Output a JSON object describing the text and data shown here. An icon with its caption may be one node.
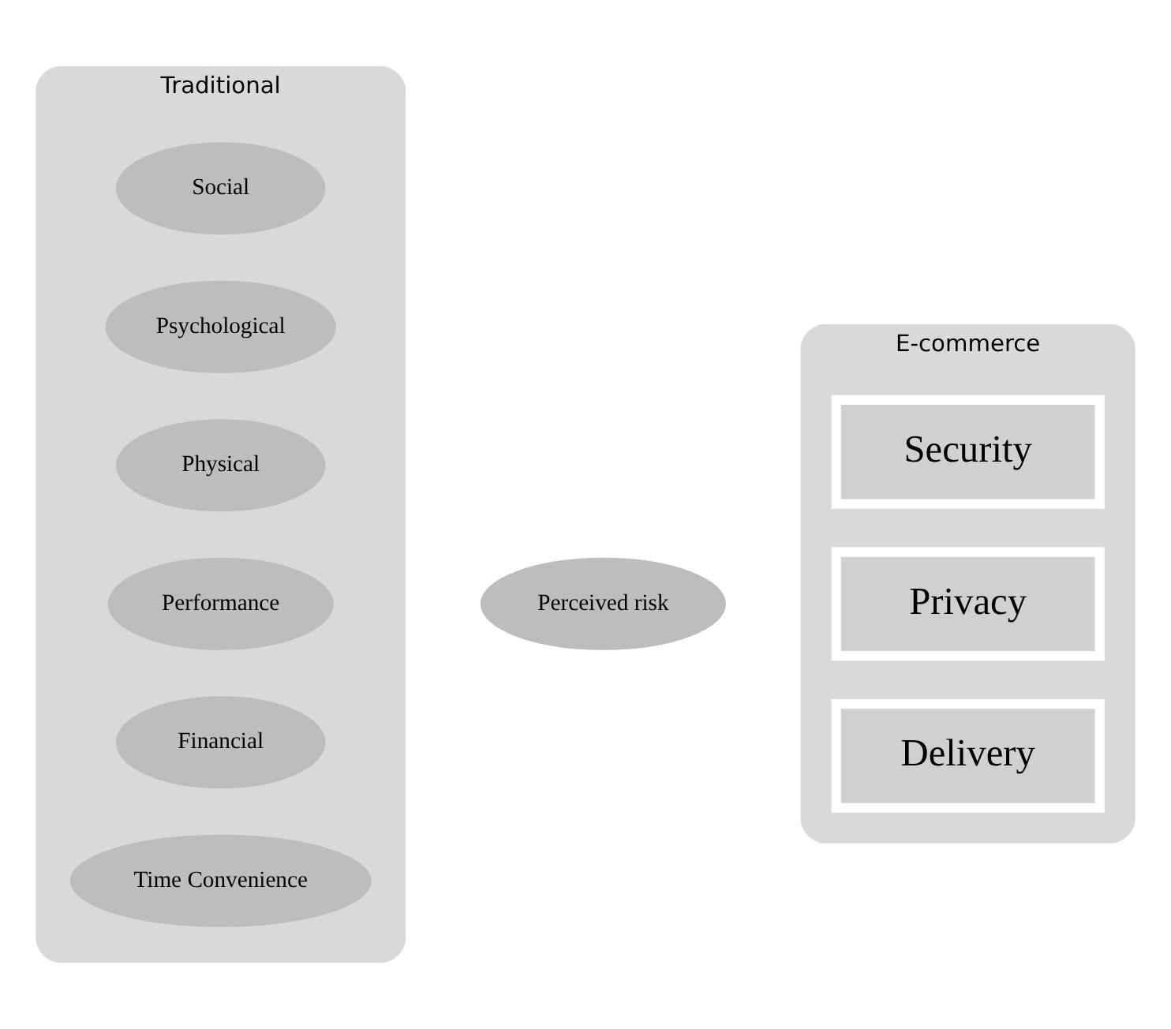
{
  "diagram": {
    "nodes": [
      {
        "text": [
          "Traditional"
        ]
      },
      {
        "text": [
          "Social"
        ],
        "in": 0
      },
      {
        "text": [
          "Psychological"
        ],
        "in": 0
      },
      {
        "text": [
          "Physical"
        ],
        "in": 0
      },
      {
        "text": [
          "Performance"
        ],
        "in": 0
      },
      {
        "text": [
          "Financial"
        ],
        "in": 0
      },
      {
        "text": [
          "Time Convenience"
        ],
        "in": 0
      },
      {
        "text": [
          "Perceived risk"
        ]
      },
      {
        "text": [
          "E-commerce"
        ]
      },
      {
        "text": [
          "Security"
        ],
        "in": 8
      },
      {
        "text": [
          "Privacy"
        ],
        "in": 8
      },
      {
        "text": [
          "Delivery"
        ],
        "in": 8
      }
    ]
  }
}
